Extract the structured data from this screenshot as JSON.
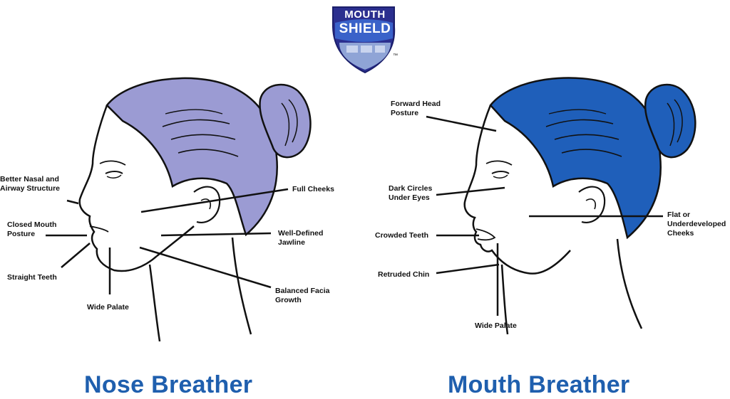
{
  "logo": {
    "line1": "MOUTH",
    "line2": "SHIELD",
    "tm": "™"
  },
  "colors": {
    "nose_hair": "#9b9bd3",
    "mouth_hair": "#1f5fba",
    "title": "#1f5fae",
    "logo_navy": "#2b2f8f",
    "logo_blue": "#3a62c9"
  },
  "left": {
    "title": "Nose Breather",
    "labels": {
      "nasal": "Better Nasal and\nAirway Structure",
      "closed_mouth": "Closed Mouth\nPosture",
      "straight_teeth": "Straight Teeth",
      "wide_palate": "Wide Palate",
      "full_cheeks": "Full Cheeks",
      "jawline": "Well-Defined\nJawline",
      "facial_growth": "Balanced Facia\nGrowth"
    }
  },
  "right": {
    "title": "Mouth Breather",
    "labels": {
      "forward_head": "Forward Head\nPosture",
      "dark_circles": "Dark Circles\nUnder Eyes",
      "crowded_teeth": "Crowded Teeth",
      "retruded_chin": "Retruded Chin",
      "wide_palate": "Wide Palate",
      "flat_cheeks": "Flat or\nUnderdeveloped\nCheeks"
    }
  }
}
